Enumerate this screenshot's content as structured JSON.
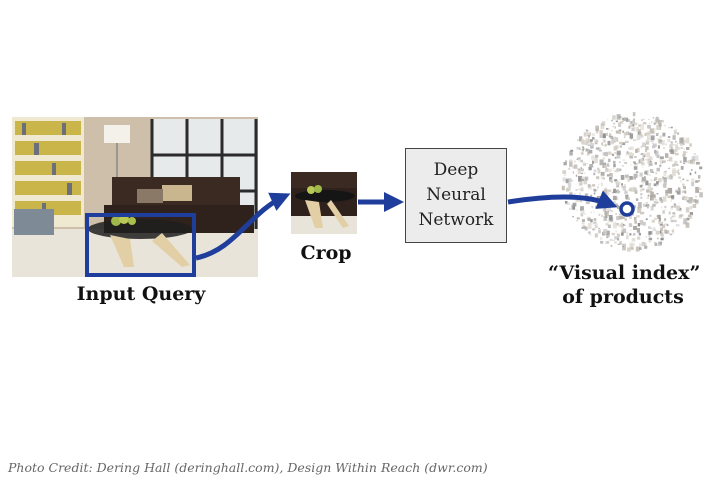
{
  "labels": {
    "input_query": "Input Query",
    "crop": "Crop",
    "visual_index_line1": "“Visual index”",
    "visual_index_line2": "of products"
  },
  "dnn_box": {
    "line1": "Deep",
    "line2": "Neural",
    "line3": "Network"
  },
  "credit": "Photo Credit: Dering Hall (deringhall.com), Design Within Reach (dwr.com)",
  "colors": {
    "arrow": "#1f3e9c",
    "box_fill": "#ececec",
    "credit_text": "#666666"
  }
}
